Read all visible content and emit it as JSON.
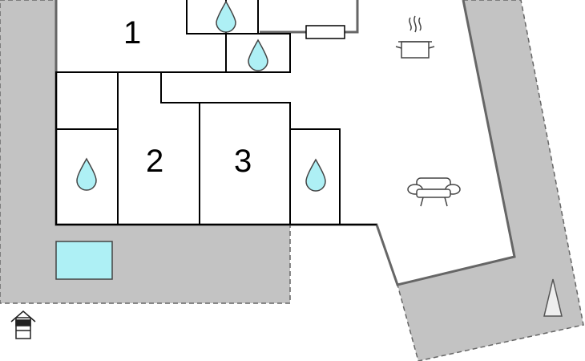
{
  "rooms": [
    {
      "id": "1",
      "label": "1"
    },
    {
      "id": "2",
      "label": "2"
    },
    {
      "id": "3",
      "label": "3"
    }
  ],
  "icons": {
    "bathroom": "water-drop-icon",
    "kitchen": "cooking-pot-icon",
    "living": "sofa-icon",
    "pool": "pool-icon",
    "entrance": "house-entrance-icon",
    "compass": "north-arrow-icon"
  },
  "colors": {
    "terrace": "#c3c3c3",
    "water": "#aef0f5",
    "wall": "#000000",
    "outer_wall": "#666666"
  }
}
